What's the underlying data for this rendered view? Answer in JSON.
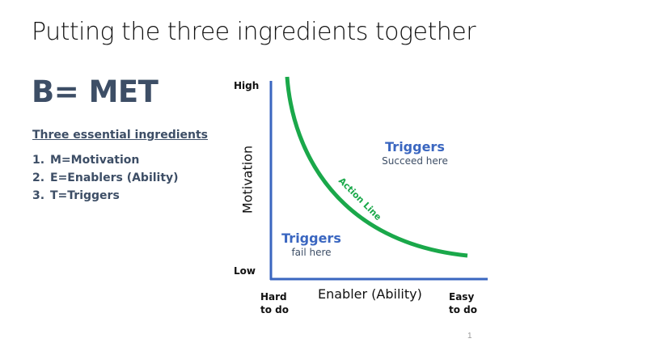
{
  "slide": {
    "title": "Putting the three ingredients together",
    "formula": "B= MET",
    "subheading": "Three essential ingredients",
    "ingredients": [
      {
        "num": "1.",
        "label": "M=Motivation"
      },
      {
        "num": "2.",
        "label": "E=Enablers (Ability)"
      },
      {
        "num": "3.",
        "label": "T=Triggers"
      }
    ],
    "page_number": "1"
  },
  "diagram": {
    "y_axis": {
      "title": "Motivation",
      "high_label": "High",
      "low_label": "Low"
    },
    "x_axis": {
      "title": "Enabler (Ability)",
      "low_label_line1": "Hard",
      "low_label_line2": "to do",
      "high_label_line1": "Easy",
      "high_label_line2": "to do"
    },
    "curve_label": "Action Line",
    "zone_above": {
      "heading": "Triggers",
      "sub": "Succeed here"
    },
    "zone_below": {
      "heading": "Triggers",
      "sub": "fail here"
    },
    "colors": {
      "axis": "#3a66c0",
      "curve": "#1aa84a",
      "heading": "#3a66c0",
      "text": "#3d4e66"
    }
  }
}
